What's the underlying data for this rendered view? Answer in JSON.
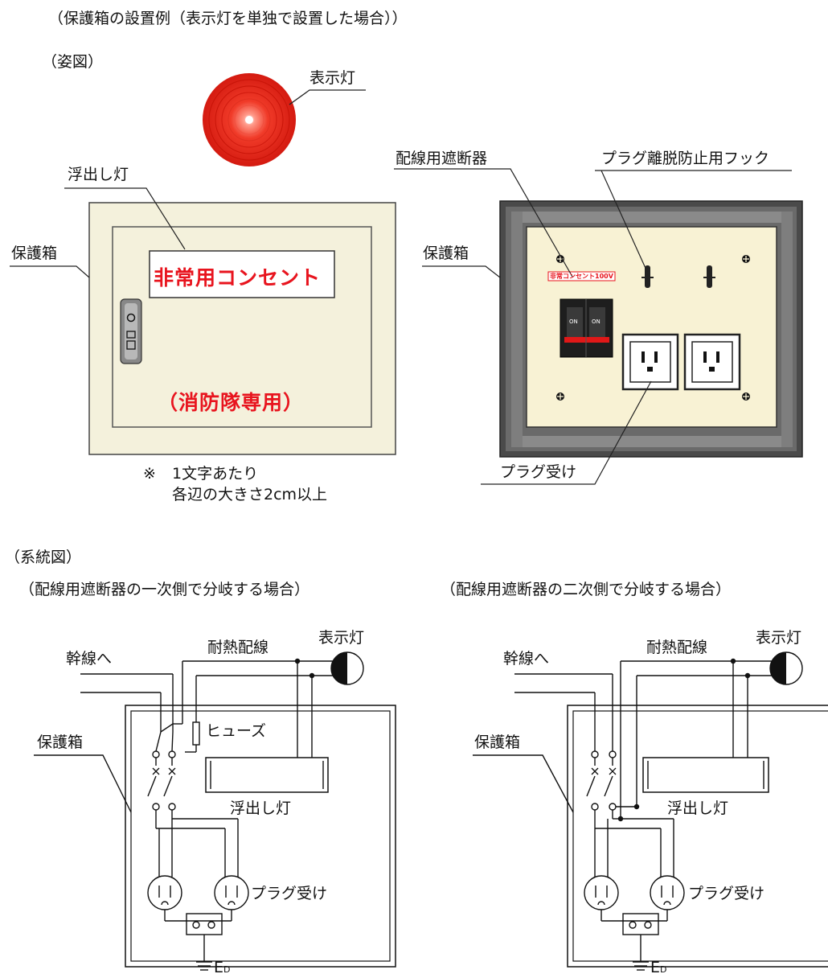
{
  "heading": "（保護箱の設置例（表示灯を単独で設置した場合））",
  "view_label": "（姿図）",
  "indicator_lamp_label": "表示灯",
  "left_box": {
    "float_light_label": "浮出し灯",
    "box_label": "保護箱",
    "sign_text": "非常用コンセント",
    "fire_dept_text": "（消防隊専用）",
    "note_mark": "※",
    "note_line1": "1文字あたり",
    "note_line2": "各辺の大きさ2cm以上"
  },
  "right_box": {
    "breaker_label": "配線用遮断器",
    "hook_label": "プラグ離脱防止用フック",
    "box_label": "保護箱",
    "plate_text": "非常コンセント100V",
    "on_label": "ON",
    "receptacle_label": "プラグ受け"
  },
  "system_label": "（系統図）",
  "left_schematic": {
    "title": "（配線用遮断器の一次側で分岐する場合）",
    "trunk_label": "幹線へ",
    "heat_wire_label": "耐熱配線",
    "lamp_label": "表示灯",
    "box_label": "保護箱",
    "fuse_label": "ヒューズ",
    "float_light_label": "浮出し灯",
    "receptacle_label": "プラグ受け",
    "ground_label": "E",
    "ground_sub": "D"
  },
  "right_schematic": {
    "title": "（配線用遮断器の二次側で分岐する場合）",
    "trunk_label": "幹線へ",
    "heat_wire_label": "耐熱配線",
    "lamp_label": "表示灯",
    "box_label": "保護箱",
    "float_light_label": "浮出し灯",
    "receptacle_label": "プラグ受け",
    "ground_label": "E",
    "ground_sub": "D"
  },
  "colors": {
    "lamp_red": "#e8261c",
    "box_cream": "#f4f1dc",
    "sign_red": "#e8141e",
    "frame_gray": "#4a4a4a",
    "plate_cream": "#f8f2d4"
  }
}
